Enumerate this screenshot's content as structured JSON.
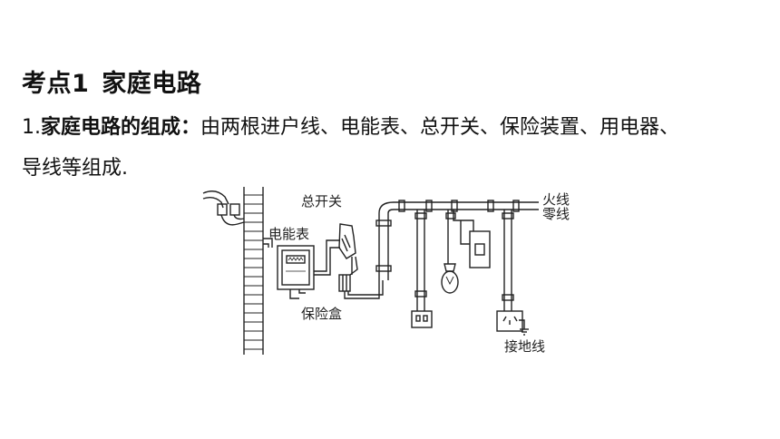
{
  "heading": {
    "prefix": "考点1",
    "title": "家庭电路"
  },
  "paragraph": {
    "number": "1.",
    "lead": "家庭电路的组成：",
    "line1_rest": "由两根进户线、电能表、总开关、保险装置、用电器、",
    "line2": "导线等组成."
  },
  "diagram": {
    "labels": {
      "main_switch": "总开关",
      "meter": "电能表",
      "fuse_box": "保险盒",
      "live_wire": "火线",
      "neutral_wire": "零线",
      "ground_wire": "接地线"
    }
  }
}
